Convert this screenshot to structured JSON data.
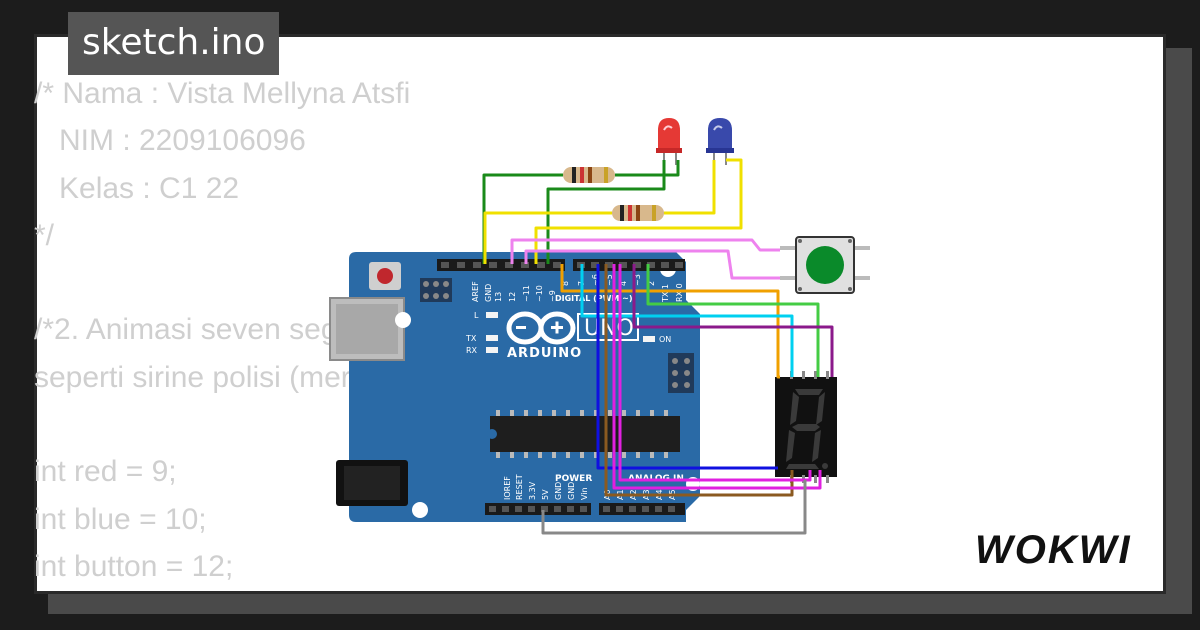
{
  "header": {
    "filename": "sketch.ino"
  },
  "code_lines": [
    "/* Nama : Vista Mellyna Atsfi",
    "   NIM : 2209106096",
    "   Kelas : C1 22",
    "*/",
    "",
    "/*2. Animasi seven segment dan LED menyala",
    "seperti sirine polisi (merah dan biru) bergantian*/",
    "",
    "int red = 9;",
    "int blue = 10;",
    "int button = 12;"
  ],
  "board": {
    "logo_text": "ARDUINO",
    "model": "UNO",
    "on_label": "ON",
    "digital_label": "DIGITAL (PWM ~)",
    "power_label": "POWER",
    "analog_label": "ANALOG IN",
    "header_left_pins": [
      "AREF",
      "GND",
      "13",
      "12",
      "~11",
      "~10",
      "~9",
      "8"
    ],
    "header_right_pins": [
      "7",
      "~6",
      "~5",
      "4",
      "~3",
      "2",
      "TX 1",
      "RX 0"
    ],
    "power_pins": [
      "IOREF",
      "RESET",
      "3.3V",
      "5V",
      "GND",
      "GND",
      "Vin"
    ],
    "analog_pins": [
      "A0",
      "A1",
      "A2",
      "A3",
      "A4",
      "A5"
    ],
    "led_labels": {
      "l": "L",
      "tx": "TX",
      "rx": "RX"
    }
  },
  "components": {
    "led_red_color": "#e53935",
    "led_blue_color": "#3949ab",
    "button_color": "#0a8a2a",
    "segment_color": "#111111"
  },
  "colors": {
    "board": "#2a6aa6",
    "wire_green": "#1a8a1a",
    "wire_yellow": "#f0e000",
    "wire_pink": "#ee82ee",
    "wire_orange": "#f0a000",
    "wire_lightgreen": "#44cc44",
    "wire_cyan": "#00d0f0",
    "wire_purple": "#8b1a8b",
    "wire_blue": "#1010e0",
    "wire_brown": "#8b5a20",
    "wire_magenta": "#e020e0",
    "wire_gray": "#888888"
  },
  "brand": {
    "logo_text": "WOKWI"
  }
}
